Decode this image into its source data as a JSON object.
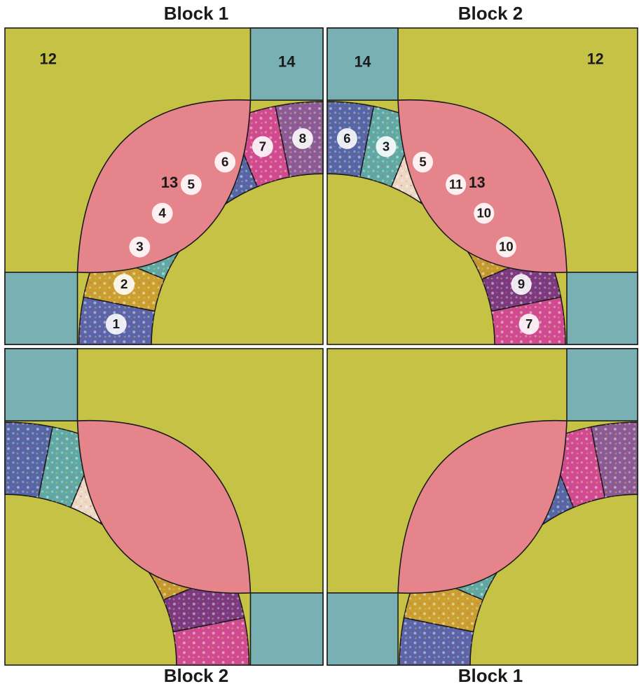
{
  "headers": {
    "top_left": "Block 1",
    "top_right": "Block 2",
    "bottom_left": "Block 2",
    "bottom_right": "Block 1"
  },
  "colors": {
    "background_square": "#c6c245",
    "center_melon": "#e5848a",
    "corner_square": "#79b0b3",
    "outline": "#1a1a1a"
  },
  "block1_labels": {
    "background": "12",
    "center": "13",
    "corner": "14",
    "arcs": [
      "1",
      "2",
      "3",
      "4",
      "5",
      "6",
      "7",
      "8"
    ]
  },
  "block2_labels": {
    "background": "12",
    "center": "13",
    "corner": "14",
    "arcs": [
      "7",
      "9",
      "10",
      "10",
      "11",
      "5",
      "3",
      "6"
    ]
  },
  "fabrics": [
    {
      "name": "blue-floral",
      "color": "#5a64a8"
    },
    {
      "name": "mustard-speckle",
      "color": "#c9a030"
    },
    {
      "name": "teal-floral",
      "color": "#5fa9a5"
    },
    {
      "name": "purple-leaf",
      "color": "#7b3a80"
    },
    {
      "name": "cream-floral",
      "color": "#ecd8c4"
    },
    {
      "name": "fan-blue",
      "color": "#5466a6"
    },
    {
      "name": "pink-floral",
      "color": "#cf4a8f"
    },
    {
      "name": "lilac-speckle",
      "color": "#8a5a94"
    },
    {
      "name": "mustard-floral",
      "color": "#c4992e"
    },
    {
      "name": "navy-speckle",
      "color": "#44508f"
    }
  ]
}
